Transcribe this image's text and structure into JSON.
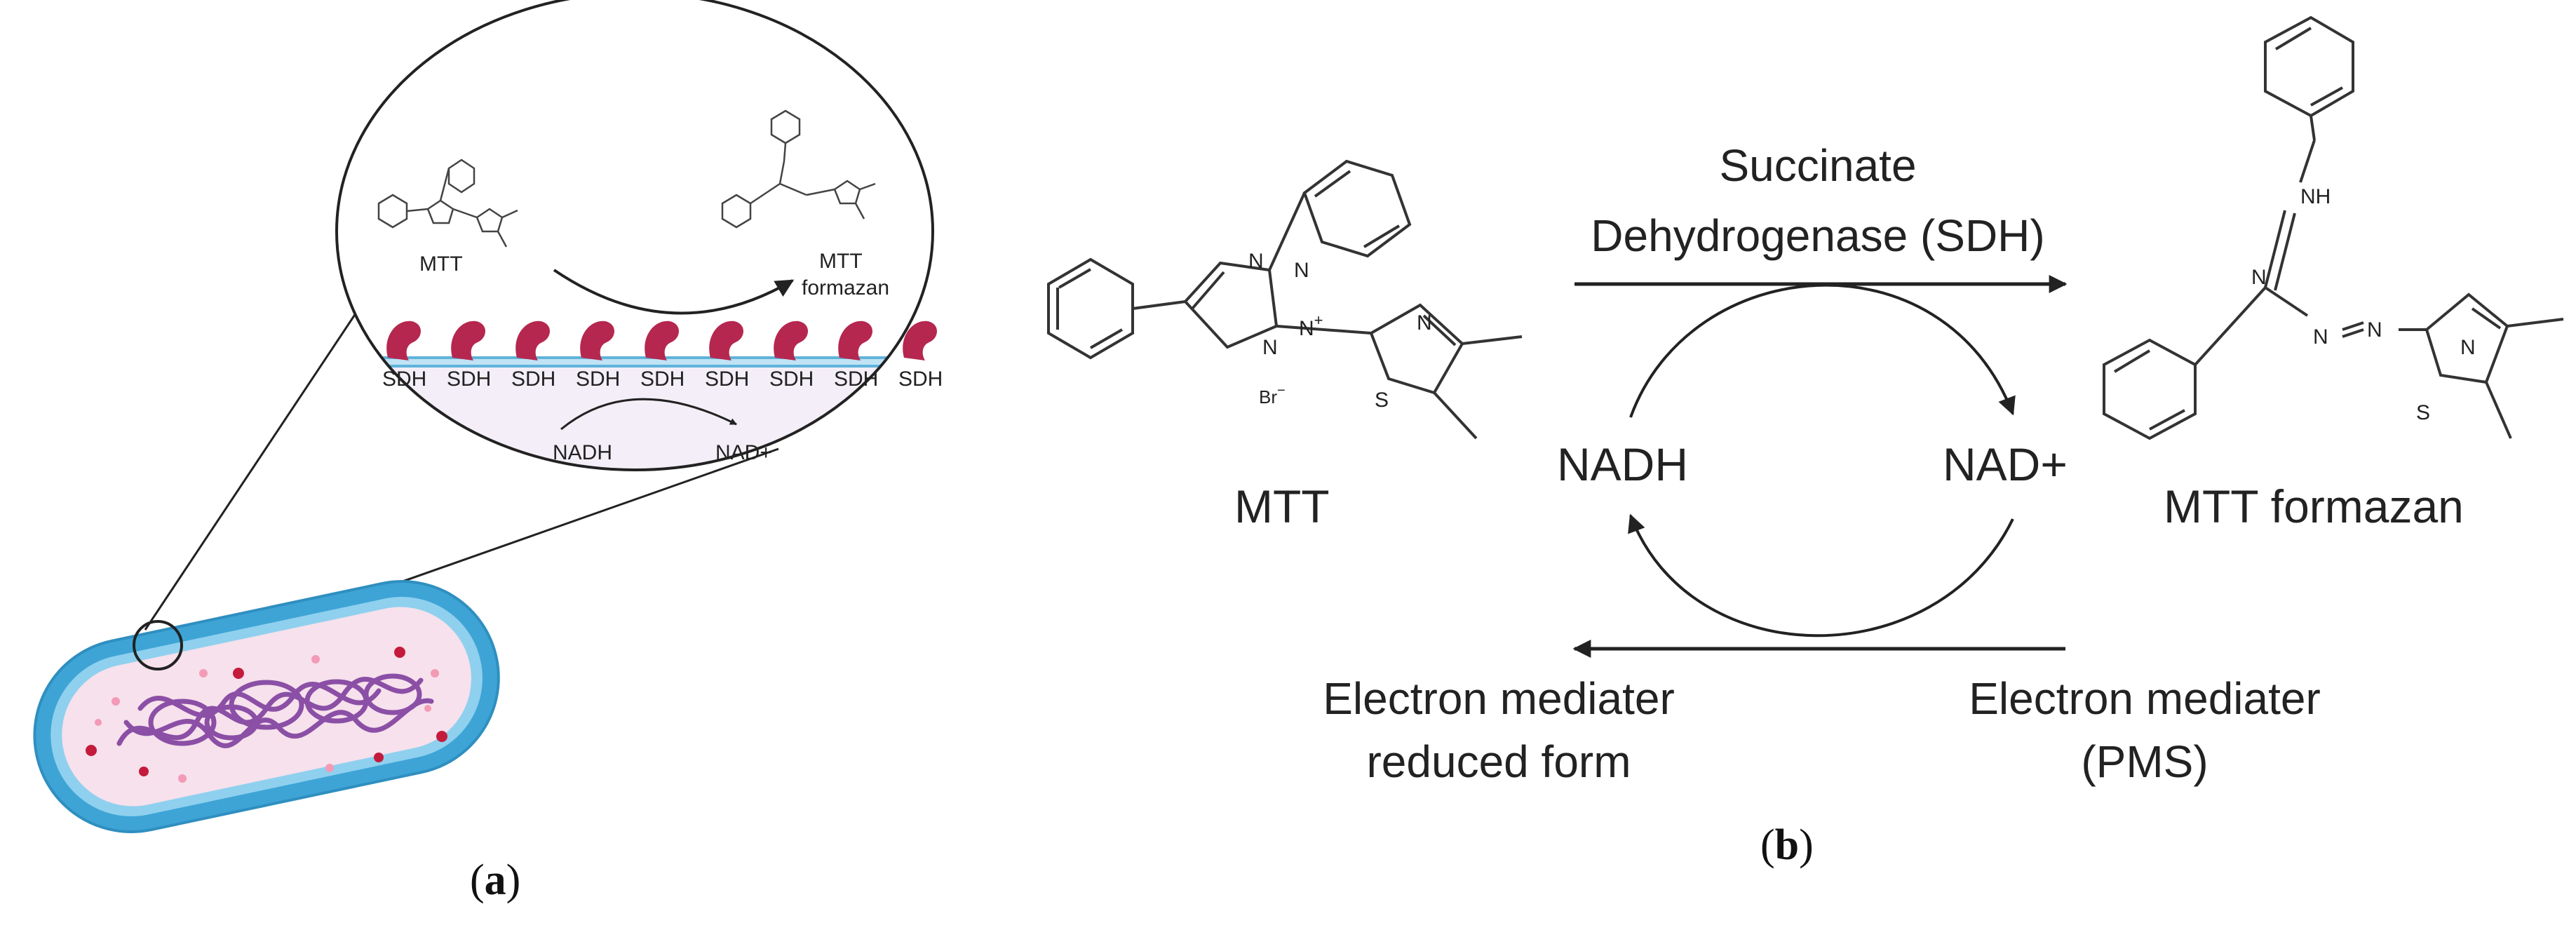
{
  "panel_a": {
    "caption_open": "(",
    "caption_letter": "a",
    "caption_close": ")",
    "mtt_label": "MTT",
    "formazan_label_line1": "MTT",
    "formazan_label_line2": "formazan",
    "sdh_labels": [
      "SDH",
      "SDH",
      "SDH",
      "SDH",
      "SDH",
      "SDH",
      "SDH",
      "SDH",
      "SDH"
    ],
    "nadh_label": "NADH",
    "nad_label": "NAD+",
    "colors": {
      "enzyme": "#b5274f",
      "membrane": "#5fb3d9",
      "matrix": "#f3eef7",
      "cell_outer": "#3ea4d6",
      "cell_inner": "#f6e1ec",
      "dna": "#8b4fa6",
      "granule": "#c41b3c"
    }
  },
  "panel_b": {
    "caption_open": "(",
    "caption_letter": "b",
    "caption_close": ")",
    "mtt_label": "MTT",
    "formazan_label": "MTT formazan",
    "enzyme_line1": "Succinate",
    "enzyme_line2": "Dehydrogenase (SDH)",
    "nadh_label": "NADH",
    "nad_label": "NAD+",
    "reduced_line1": "Electron mediater",
    "reduced_line2": "reduced form",
    "oxidized_line1": "Electron mediater",
    "oxidized_line2": "(PMS)",
    "atoms": {
      "N": "N",
      "NH": "NH",
      "S": "S",
      "N_plus": "N",
      "plus": "+",
      "br": "Br",
      "br_minus": "−"
    }
  }
}
